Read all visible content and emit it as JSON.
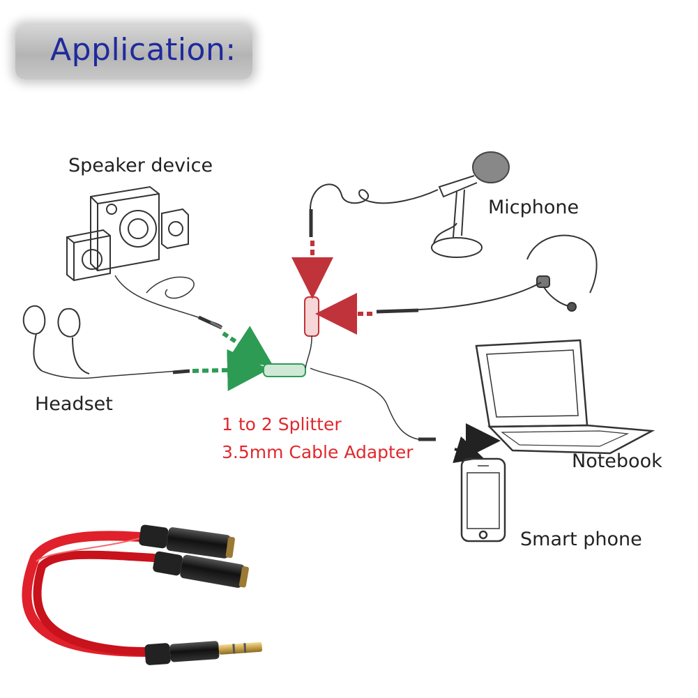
{
  "header": {
    "title": "Application:"
  },
  "labels": {
    "speaker": "Speaker device",
    "microphone": "Micphone",
    "headset": "Headset",
    "notebook": "Notebook",
    "smartphone": "Smart phone",
    "splitter_line1": "1 to 2 Splitter",
    "splitter_line2": "3.5mm Cable Adapter"
  },
  "colors": {
    "title_blue": "#1f2a9c",
    "splitter_red": "#e0282d",
    "green_arrow": "#2e9b55",
    "red_arrow": "#c0333a",
    "cable_red": "#e0202a"
  },
  "icons": [
    "speaker-icon",
    "microphone-icon",
    "headset-icon",
    "earbuds-icon",
    "laptop-icon",
    "smartphone-icon",
    "splitter-cable-icon"
  ]
}
